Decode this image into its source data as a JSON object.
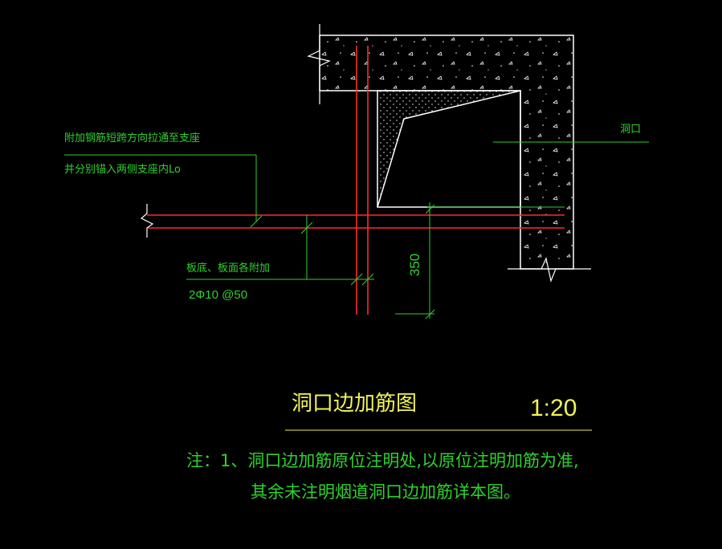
{
  "colors": {
    "background": "#000000",
    "outline": "#ffffff",
    "rebar": "#ff2a2a",
    "annotation": "#2fd12f",
    "title": "#f2f255"
  },
  "annotations": {
    "rebar_note_line1": "附加钢筋短跨方向拉通至支座",
    "rebar_note_line2": "并分别锚入两侧支座内Lo",
    "opening_label": "洞口",
    "board_note": "板底、板面各附加",
    "rebar_spec": "2Φ10 @50",
    "dimension": "350"
  },
  "title": {
    "main": "洞口边加筋图",
    "scale": "1:20"
  },
  "notes": {
    "line1": "注：1、洞口边加筋原位注明处,以原位注明加筋为准,",
    "line2": "其余未注明烟道洞口边加筋详本图。"
  }
}
